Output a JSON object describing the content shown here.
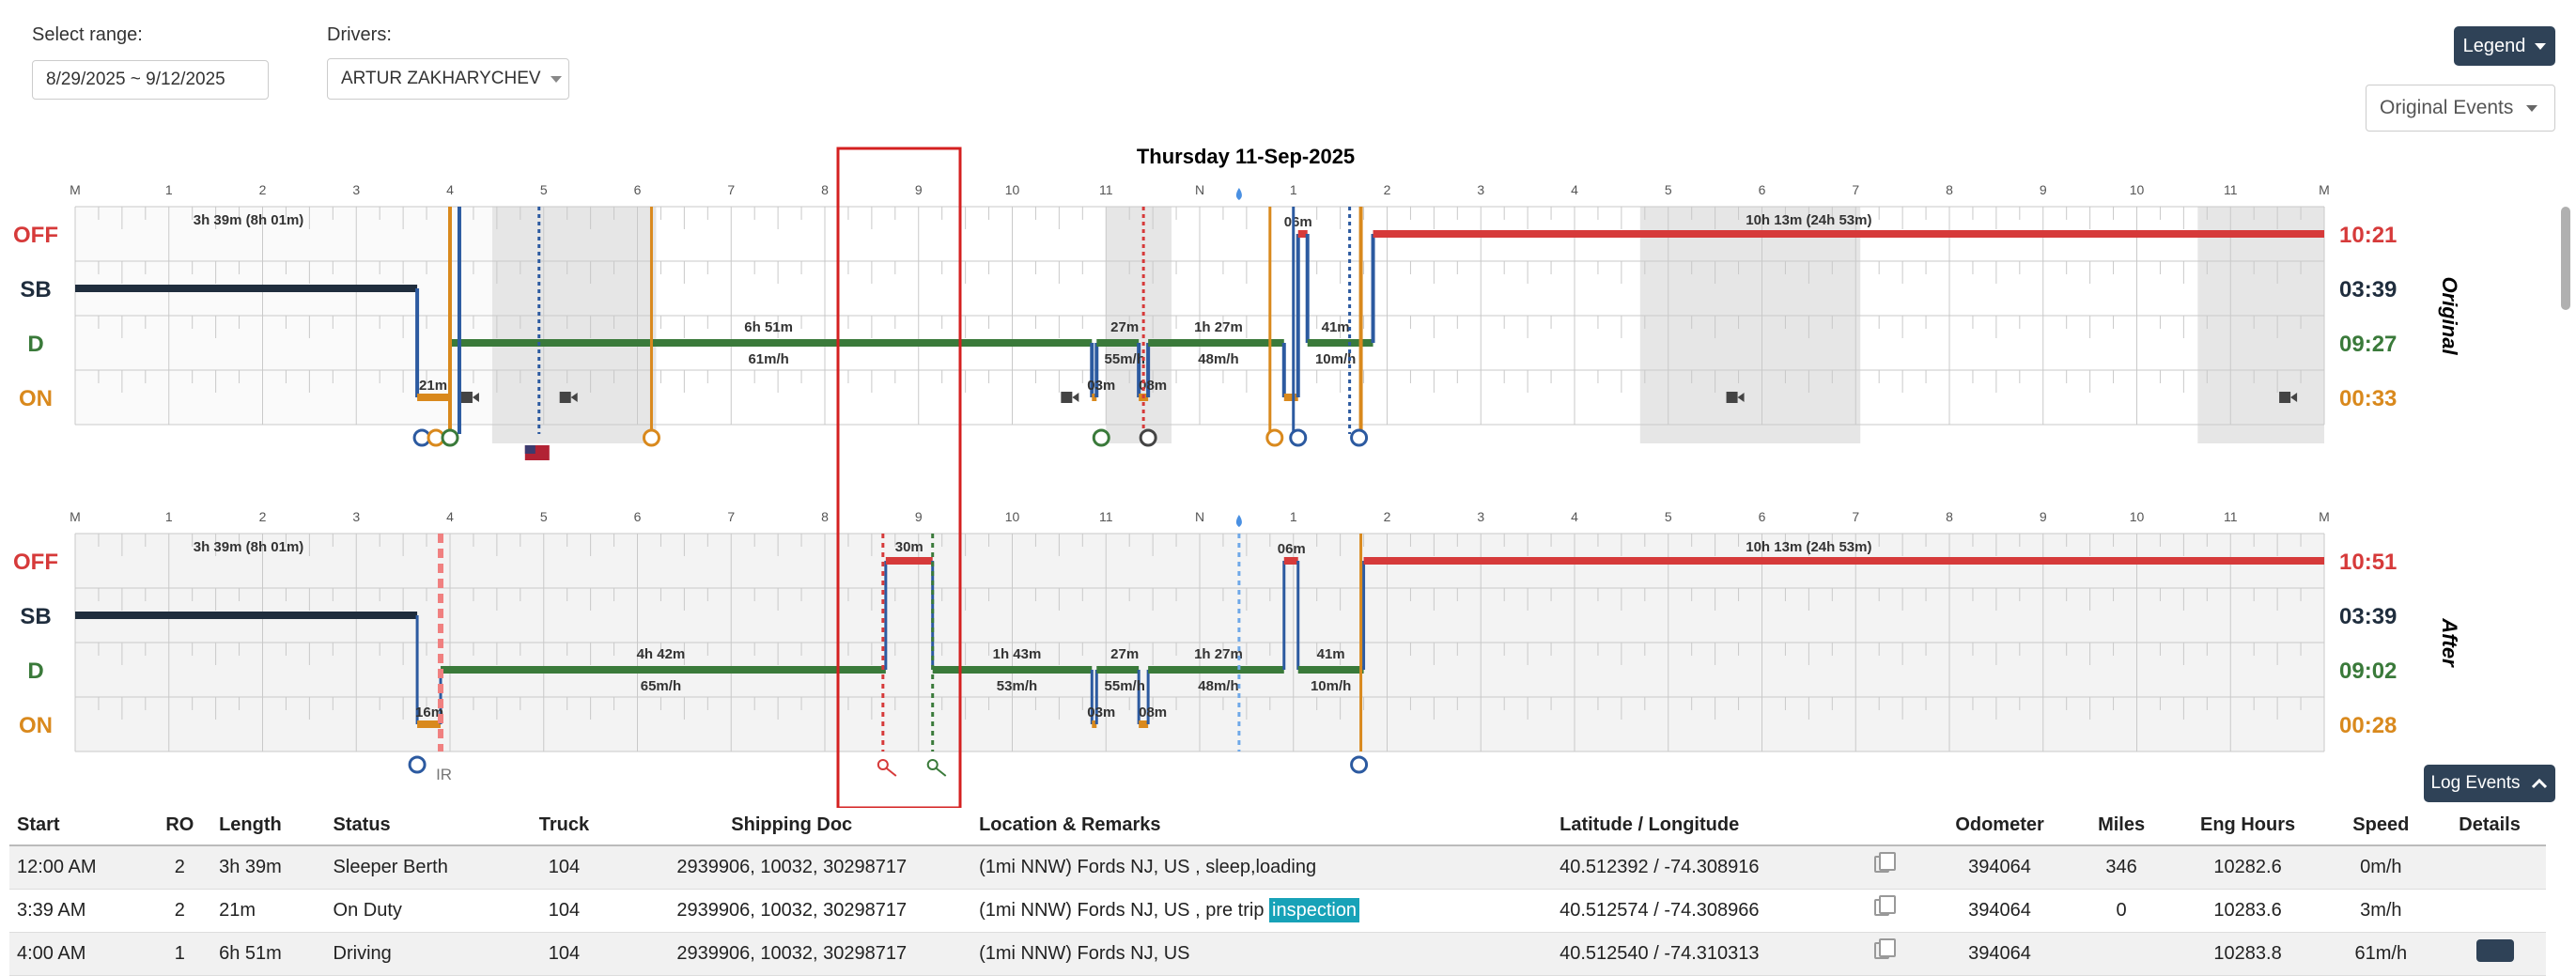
{
  "filters": {
    "range_label": "Select range:",
    "range_value": "8/29/2025 ~ 9/12/2025",
    "drivers_label": "Drivers:",
    "driver_value": "ARTUR ZAKHARYCHEV"
  },
  "legend_button": "Legend",
  "events_select": "Original Events",
  "date_title": "Thursday 11-Sep-2025",
  "hour_labels": [
    "M",
    "1",
    "2",
    "3",
    "4",
    "5",
    "6",
    "7",
    "8",
    "9",
    "10",
    "11",
    "N",
    "1",
    "2",
    "3",
    "4",
    "5",
    "6",
    "7",
    "8",
    "9",
    "10",
    "11",
    "M"
  ],
  "status_labels": [
    "OFF",
    "SB",
    "D",
    "ON"
  ],
  "original": {
    "title": "Original",
    "totals": [
      "10:21",
      "03:39",
      "09:27",
      "00:33"
    ],
    "labels": {
      "sb_seg": "3h 39m (8h 01m)",
      "on1": "21m",
      "d1": "6h 51m",
      "d1_speed": "61m/h",
      "d2": "27m",
      "d2_speed": "55m/h",
      "d3": "1h 27m",
      "d3_speed": "48m/h",
      "d4": "41m",
      "d4_speed": "10m/h",
      "on2": "03m",
      "on3": "08m",
      "off1": "06m",
      "off2": "10h 13m (24h 53m)"
    }
  },
  "after": {
    "title": "After",
    "totals": [
      "10:51",
      "03:39",
      "09:02",
      "00:28"
    ],
    "labels": {
      "sb_seg": "3h 39m (8h 01m)",
      "on1": "16m",
      "d1": "4h 42m",
      "d1_speed": "65m/h",
      "off_new": "30m",
      "d2": "1h 43m",
      "d2_speed": "53m/h",
      "d3": "27m",
      "d3_speed": "55m/h",
      "d4": "1h 27m",
      "d4_speed": "48m/h",
      "d5": "41m",
      "d5_speed": "10m/h",
      "on2": "03m",
      "on3": "08m",
      "off1": "06m",
      "off2": "10h 13m (24h 53m)",
      "ir": "IR"
    }
  },
  "log_events_button": "Log Events",
  "table": {
    "headers": [
      "Start",
      "RO",
      "Length",
      "Status",
      "Truck",
      "Shipping Doc",
      "Location & Remarks",
      "Latitude / Longitude",
      "",
      "Odometer",
      "Miles",
      "Eng Hours",
      "Speed",
      "Details"
    ],
    "rows": [
      {
        "start": "12:00 AM",
        "ro": "2",
        "length": "3h 39m",
        "status": "Sleeper Berth",
        "truck": "104",
        "doc": "2939906, 10032, 30298717",
        "loc": "(1mi NNW) Fords NJ, US , sleep,loading",
        "loc_hl": "",
        "latlng": "40.512392 / -74.308916",
        "odo": "394064",
        "miles": "346",
        "eng": "10282.6",
        "speed": "0m/h"
      },
      {
        "start": "3:39 AM",
        "ro": "2",
        "length": "21m",
        "status": "On Duty",
        "truck": "104",
        "doc": "2939906, 10032, 30298717",
        "loc": "(1mi NNW) Fords NJ, US , pre trip ",
        "loc_hl": "inspection",
        "latlng": "40.512574 / -74.308966",
        "odo": "394064",
        "miles": "0",
        "eng": "10283.6",
        "speed": "3m/h"
      },
      {
        "start": "4:00 AM",
        "ro": "1",
        "length": "6h 51m",
        "status": "Driving",
        "truck": "104",
        "doc": "2939906, 10032, 30298717",
        "loc": "(1mi NNW) Fords NJ, US",
        "loc_hl": "",
        "latlng": "40.512540 / -74.310313",
        "odo": "394064",
        "miles": "",
        "eng": "10283.8",
        "speed": "61m/h"
      }
    ]
  }
}
